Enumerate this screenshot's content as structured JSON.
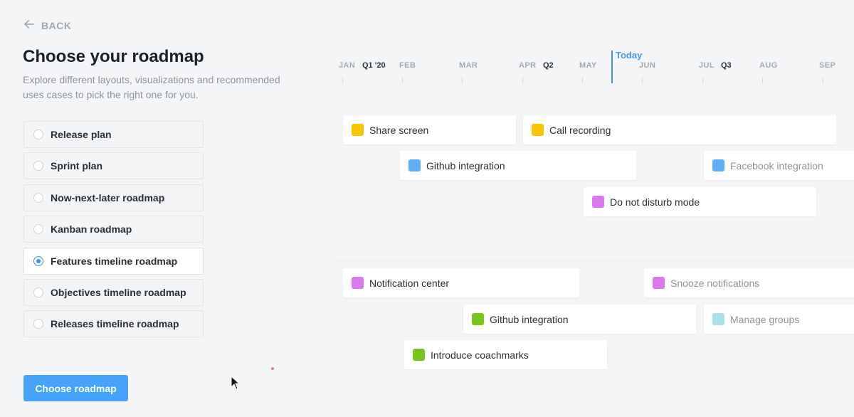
{
  "back": {
    "label": "BACK"
  },
  "title": "Choose your roadmap",
  "subtitle": "Explore different layouts, visualizations and recommended uses cases to pick the right one for you.",
  "options": [
    {
      "label": "Release plan",
      "selected": false
    },
    {
      "label": "Sprint plan",
      "selected": false
    },
    {
      "label": "Now-next-later roadmap",
      "selected": false
    },
    {
      "label": "Kanban roadmap",
      "selected": false
    },
    {
      "label": "Features timeline roadmap",
      "selected": true
    },
    {
      "label": "Objectives timeline roadmap",
      "selected": false
    },
    {
      "label": "Releases timeline roadmap",
      "selected": false
    }
  ],
  "choose_button": "Choose roadmap",
  "timeline": {
    "today_label": "Today",
    "months": [
      "JAN",
      "FEB",
      "MAR",
      "APR",
      "MAY",
      "JUN",
      "JUL",
      "AUG",
      "SEP"
    ],
    "quarters": [
      "Q1 '20",
      "Q2",
      "Q3"
    ]
  },
  "colors": {
    "yellow": "#f7c600",
    "blue": "#5eaef7",
    "purple": "#dc79ef",
    "green": "#79c51e",
    "light_blue": "#a9e0ec",
    "accent": "#45a3fa"
  },
  "cards": [
    {
      "label": "Share screen",
      "color": "yellow"
    },
    {
      "label": "Call recording",
      "color": "yellow"
    },
    {
      "label": "Github integration",
      "color": "blue"
    },
    {
      "label": "Facebook integration",
      "color": "blue"
    },
    {
      "label": "Do not disturb mode",
      "color": "purple"
    },
    {
      "label": "Notification center",
      "color": "purple"
    },
    {
      "label": "Snooze notifications",
      "color": "purple"
    },
    {
      "label": "Github integration",
      "color": "green"
    },
    {
      "label": "Manage groups",
      "color": "light_blue"
    },
    {
      "label": "Introduce coachmarks",
      "color": "green"
    }
  ]
}
